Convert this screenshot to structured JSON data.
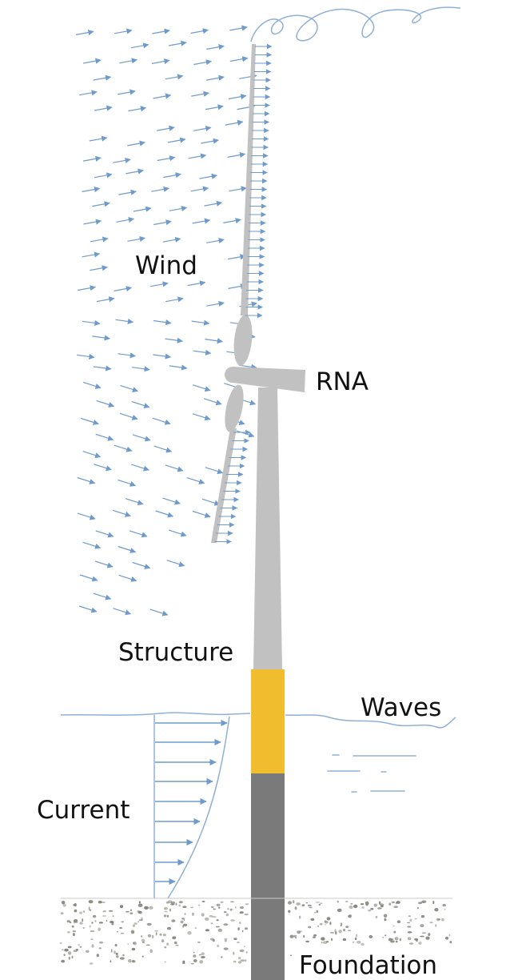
{
  "labels": {
    "wind": "Wind",
    "rna": "RNA",
    "structure": "Structure",
    "waves": "Waves",
    "current": "Current",
    "foundation": "Foundation"
  },
  "colors": {
    "background": "#ffffff",
    "arrow": "#6f9bcc",
    "water_line": "#8fb0d6",
    "turbine": "#c1c1c1",
    "transition_piece": "#f0bd2e",
    "monopile": "#7a7a7a",
    "seabed_gravel": "#7f7f77",
    "text": "#111111"
  },
  "icons": {
    "wind_field": "wind-arrows-icon",
    "blade_profile": "blade-load-arrows-icon",
    "current_profile": "current-profile-icon",
    "seabed": "gravel-seabed-icon"
  }
}
